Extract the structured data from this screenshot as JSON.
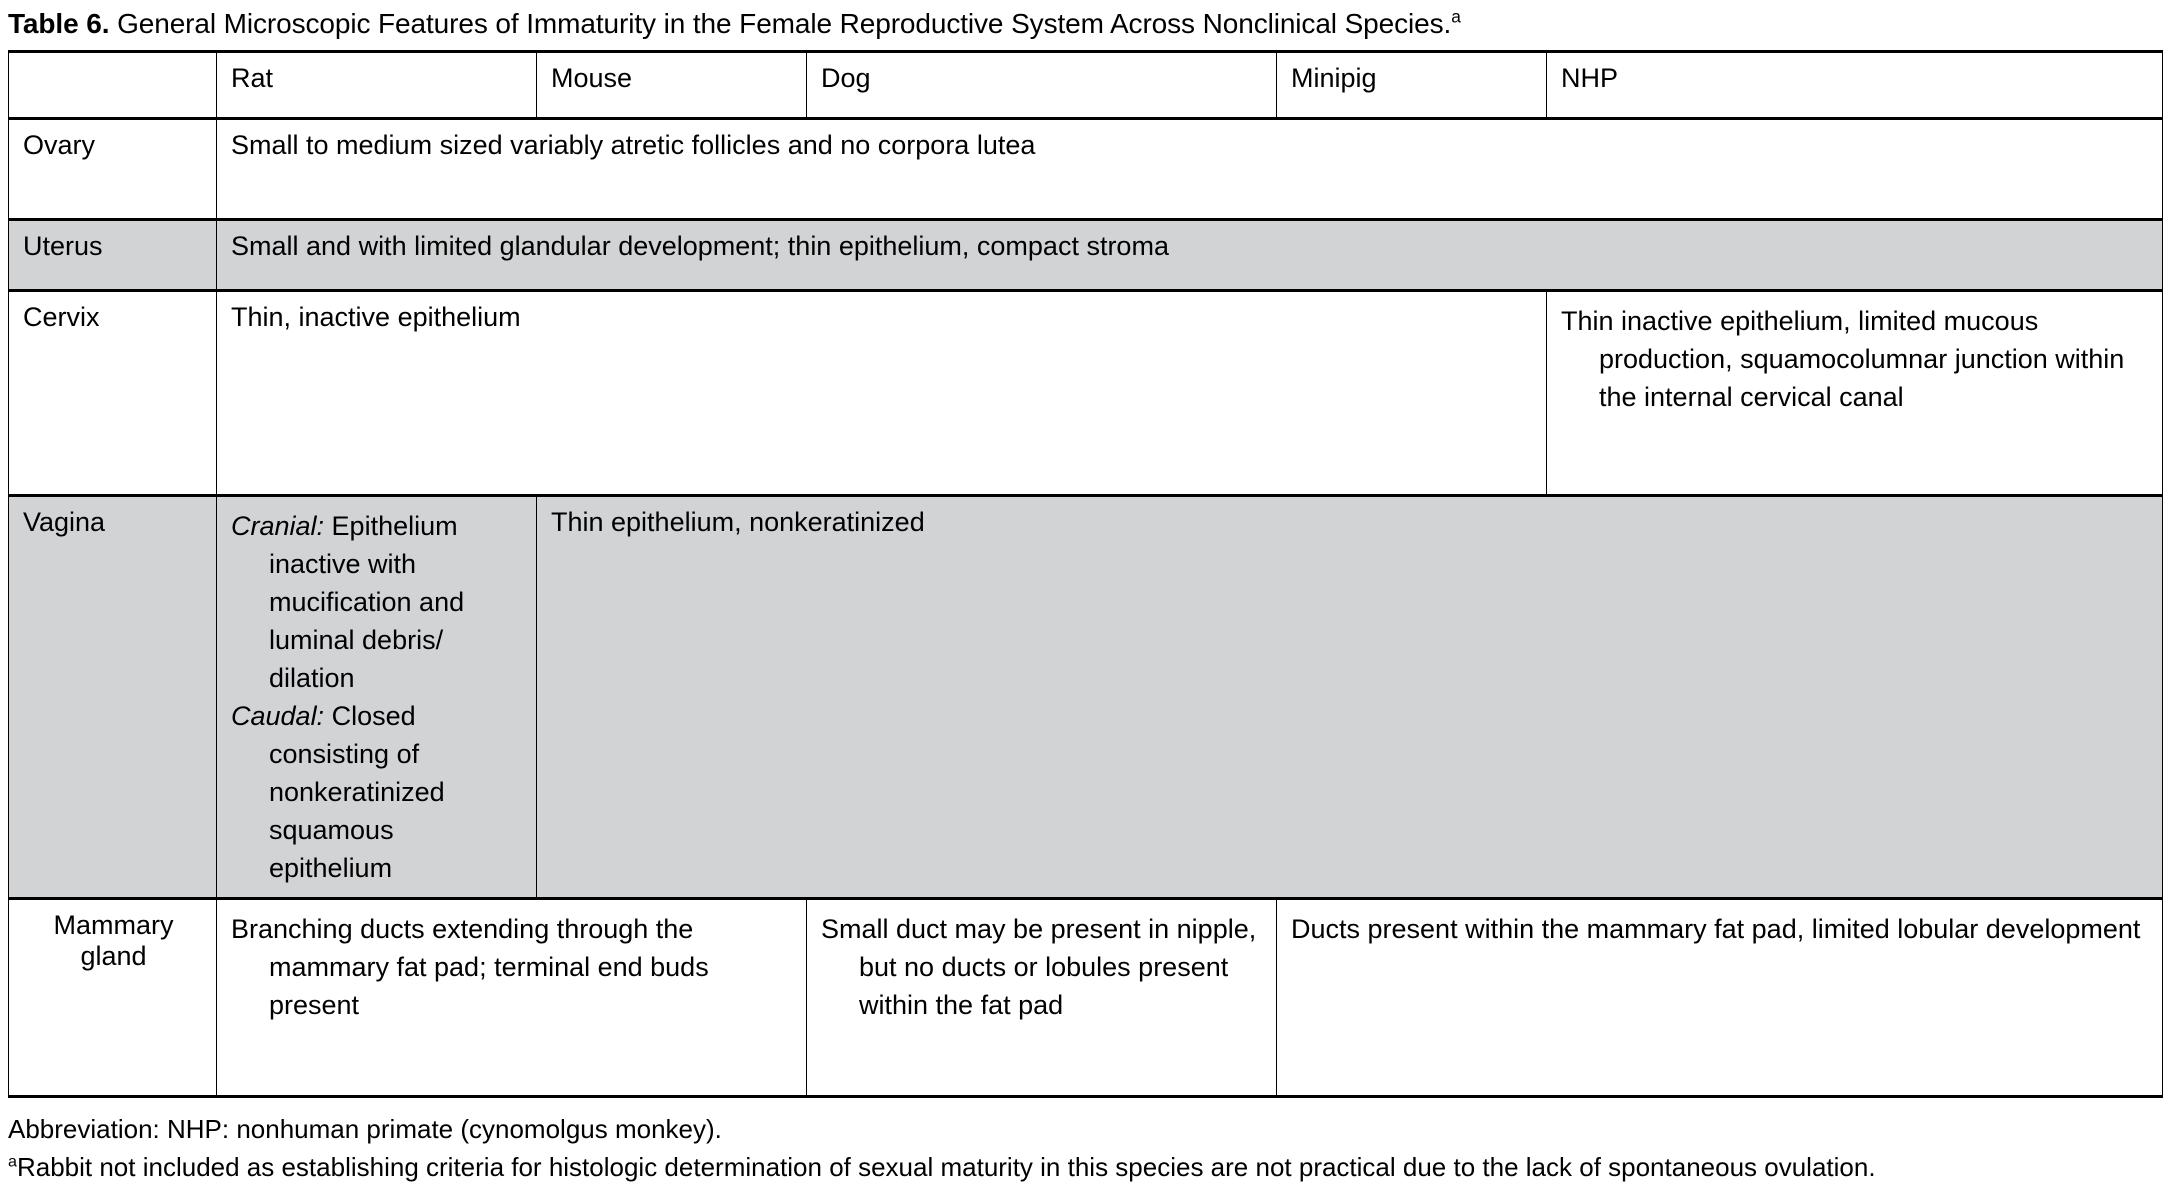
{
  "caption": {
    "label": "Table 6.",
    "text": " General Microscopic Features of Immaturity in the Female Reproductive System Across Nonclinical Species.",
    "marker": "a"
  },
  "table": {
    "columns": [
      {
        "key": "organ",
        "label": ""
      },
      {
        "key": "rat",
        "label": "Rat"
      },
      {
        "key": "mouse",
        "label": "Mouse"
      },
      {
        "key": "dog",
        "label": "Dog"
      },
      {
        "key": "minipig",
        "label": "Minipig"
      },
      {
        "key": "nhp",
        "label": "NHP"
      }
    ],
    "rows": [
      {
        "organ": "Ovary",
        "shaded": false,
        "cells": [
          {
            "text": "Small to medium sized variably atretic follicles and no corpora lutea",
            "span": 5,
            "align": "center"
          }
        ]
      },
      {
        "organ": "Uterus",
        "shaded": true,
        "cells": [
          {
            "text": "Small and with limited glandular development; thin epithelium, compact stroma",
            "span": 5,
            "align": "center"
          }
        ]
      },
      {
        "organ": "Cervix",
        "shaded": false,
        "cells": [
          {
            "text": "Thin, inactive epithelium",
            "span": 4,
            "align": "center"
          },
          {
            "text": "Thin inactive epithelium, limited mucous production, squamocolumnar junction within the internal cervical canal",
            "span": 1,
            "align": "hang"
          }
        ]
      },
      {
        "organ": "Vagina",
        "shaded": true,
        "cells": [
          {
            "text": "Cranial: Epithelium inactive with mucification and luminal debris/ dilation",
            "italic_lead": "Cranial:",
            "span": 1,
            "align": "hang"
          },
          {
            "text": "Caudal: Closed consisting of nonkeratinized squamous epithelium",
            "italic_lead": "Caudal:",
            "span": 1,
            "align": "hang"
          },
          {
            "text": "Thin epithelium, nonkeratinized",
            "span": 4,
            "align": "center"
          }
        ]
      },
      {
        "organ": "Mammary gland",
        "organ_line1": "Mammary",
        "organ_line2": "gland",
        "shaded": false,
        "cells": [
          {
            "text": "Branching ducts extending through the mammary fat pad; terminal end buds present",
            "span": 2,
            "align": "hang"
          },
          {
            "text": "Small duct may be present in nipple, but no ducts or lobules present within the fat pad",
            "span": 1,
            "align": "hang"
          },
          {
            "text": "Ducts present within the mammary fat pad, limited lobular development",
            "span": 2,
            "align": "hang"
          }
        ]
      }
    ]
  },
  "footnotes": {
    "abbreviation": "Abbreviation: NHP: nonhuman primate (cynomolgus monkey).",
    "note_marker": "a",
    "note": "Rabbit not included as establishing criteria for histologic determination of sexual maturity in this species are not practical due to the lack of spontaneous ovulation."
  },
  "colors": {
    "shading": "#d2d3d5",
    "rule": "#000000",
    "text": "#000000",
    "background": "#ffffff"
  }
}
